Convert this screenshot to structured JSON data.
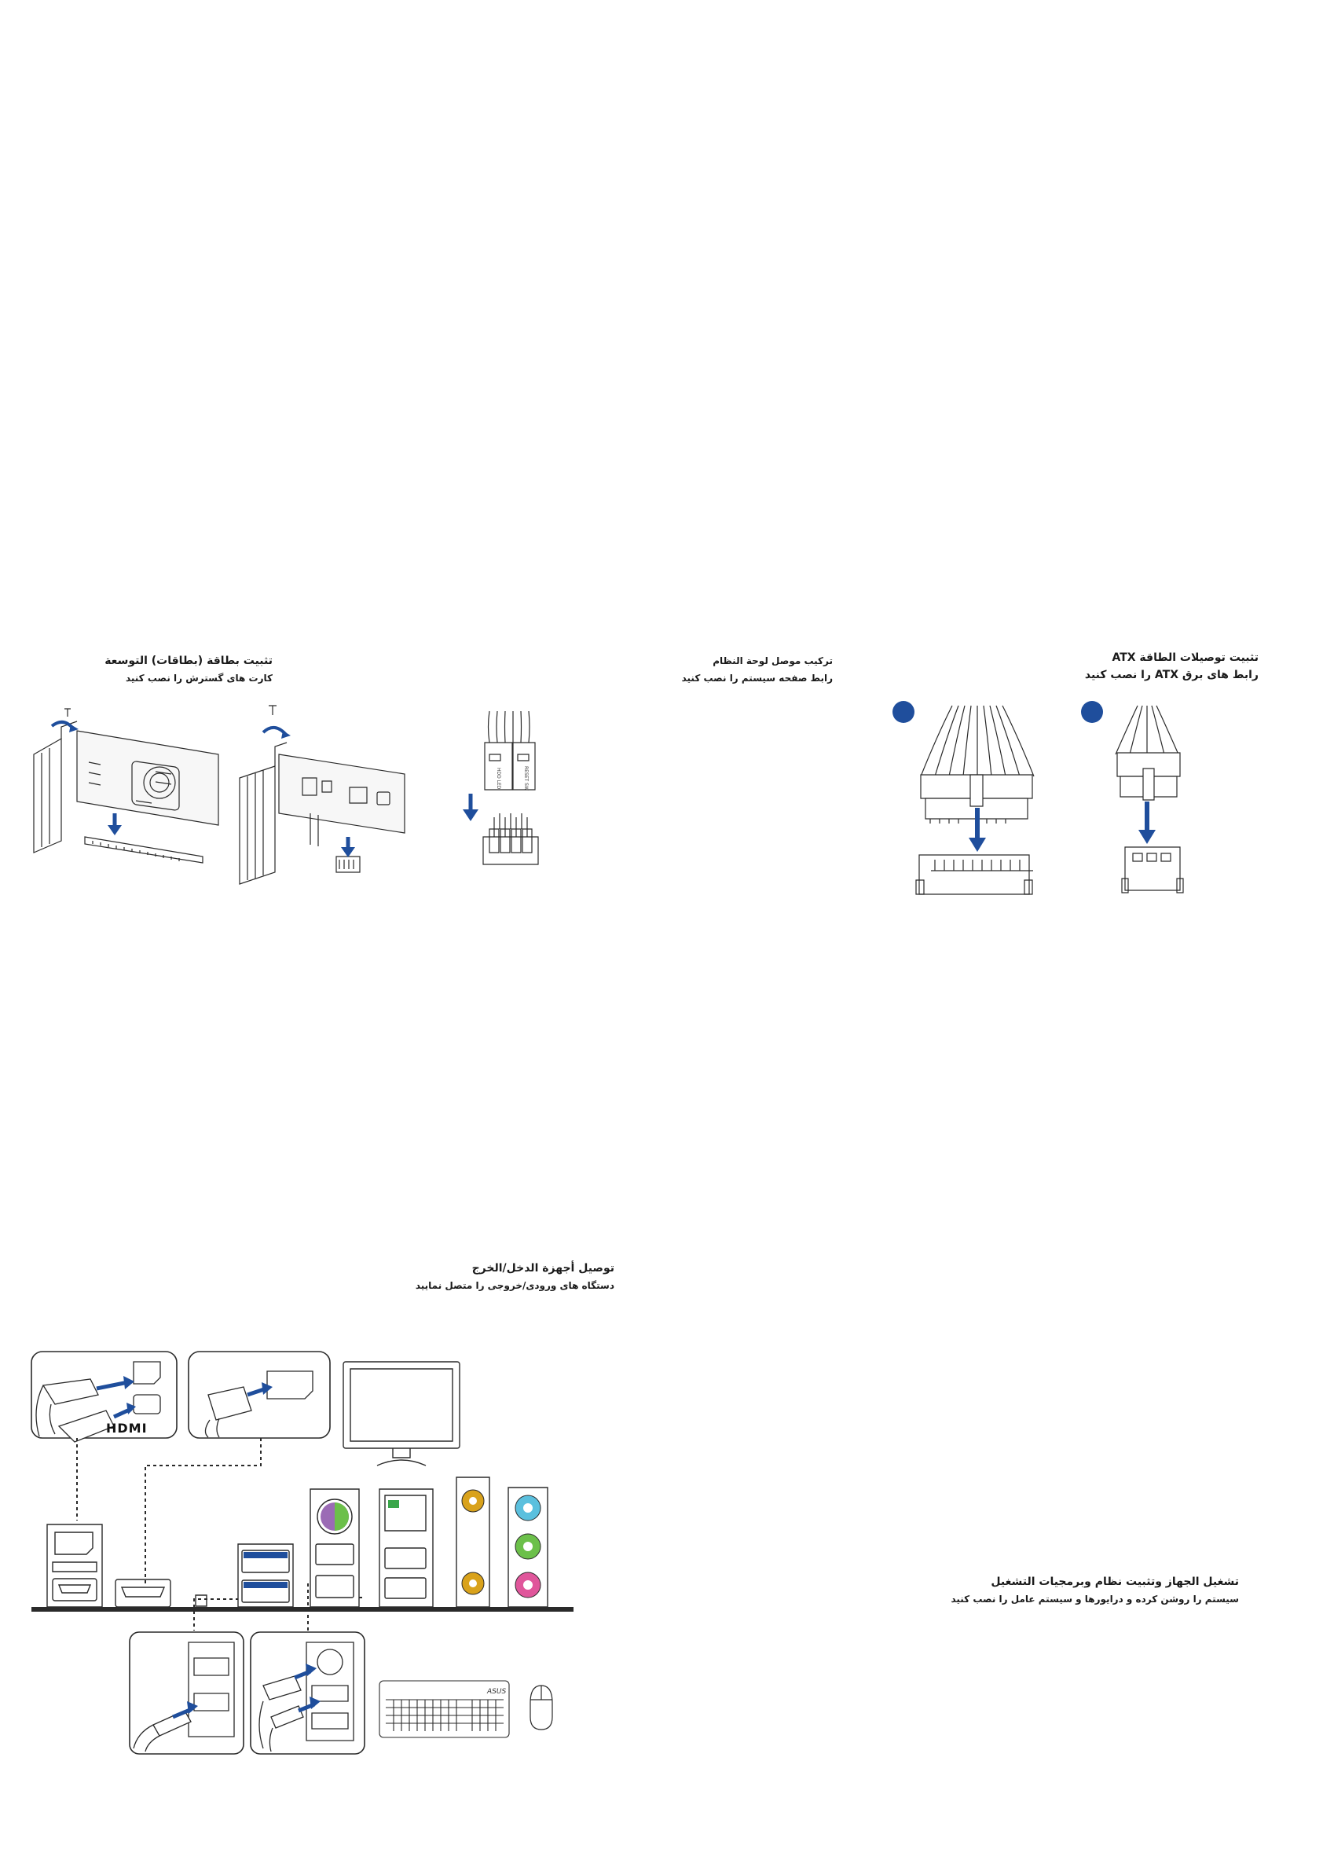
{
  "sections": {
    "expansion": {
      "title": "تثبيت بطاقة (بطاقات) التوسعة",
      "subtitle": "کارت های گسترش را نصب کنید"
    },
    "panel_header": {
      "title": "تركيب موصل لوحة النظام",
      "subtitle": "رابط صفحه سیستم را نصب کنید",
      "pin_labels": [
        "HDD LED",
        "RESET SW"
      ]
    },
    "atx_power": {
      "title": "تثبيت توصيلات الطاقة ATX",
      "subtitle": "رابط های برق ATX را نصب کنید"
    },
    "io_devices": {
      "title": "توصيل أجهزة الدخل/الخرج",
      "subtitle": "دستگاه های ورودی/خروجی را متصل نمایید",
      "hdmi_logo": "HDMI",
      "keyboard_brand": "ASUS"
    },
    "power_on": {
      "title": "تشغيل الجهاز وتثبيت نظام وبرمجيات التشغيل",
      "subtitle": "سیستم را روشن کرده و درایورها و سیستم عامل را نصب کنید"
    }
  },
  "colors": {
    "accent_blue": "#1f4e9c",
    "line": "#2a2a2a",
    "ps2_purple": "#9b6bb5",
    "ps2_green": "#6cc04a",
    "audio_blue": "#5bc0de",
    "audio_green": "#6cc04a",
    "audio_pink": "#e0569b",
    "coax_gold": "#d9a21b",
    "lan_green": "#3aa64a"
  }
}
